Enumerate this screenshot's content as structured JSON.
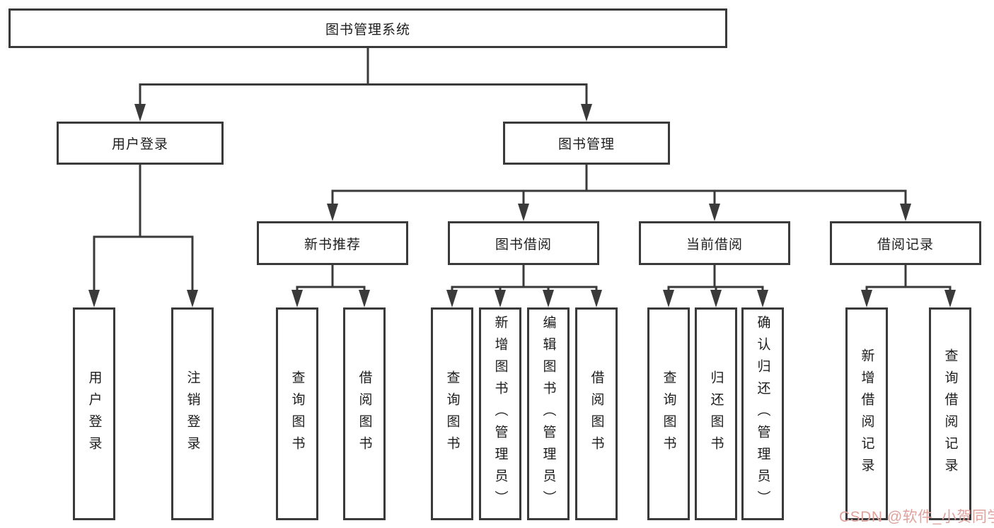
{
  "title": "图书管理系统",
  "colors": {
    "line": "#3a3a3a",
    "box_border": "#3a3a3a",
    "text": "#1d1d1d",
    "watermark": "#dfa29c",
    "background": "#ffffff"
  },
  "watermark": {
    "text": "CSDN @软件_小贺同学"
  },
  "tree": {
    "label": "图书管理系统",
    "children": [
      {
        "label": "用户登录",
        "children": [
          {
            "label": "用户登录"
          },
          {
            "label": "注销登录"
          }
        ]
      },
      {
        "label": "图书管理",
        "children": [
          {
            "label": "新书推荐",
            "children": [
              {
                "label": "查询图书"
              },
              {
                "label": "借阅图书"
              }
            ]
          },
          {
            "label": "图书借阅",
            "children": [
              {
                "label": "查询图书"
              },
              {
                "label": "新增图书（管理员）"
              },
              {
                "label": "编辑图书（管理员）"
              },
              {
                "label": "借阅图书"
              }
            ]
          },
          {
            "label": "当前借阅",
            "children": [
              {
                "label": "查询图书"
              },
              {
                "label": "归还图书"
              },
              {
                "label": "确认归还（管理员）"
              }
            ]
          },
          {
            "label": "借阅记录",
            "children": [
              {
                "label": "新增借阅记录"
              },
              {
                "label": "查询借阅记录"
              }
            ]
          }
        ]
      }
    ]
  }
}
